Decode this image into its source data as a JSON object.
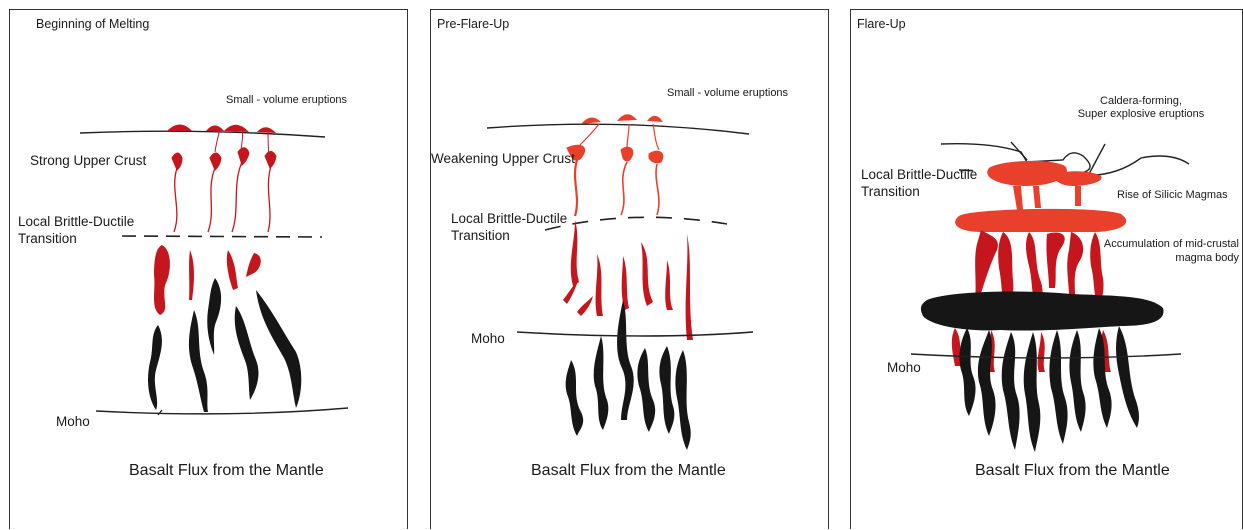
{
  "colors": {
    "red": "#c4161c",
    "lightRed": "#e8402a",
    "black": "#161616",
    "line": "#222222"
  },
  "panels": [
    {
      "title": "Beginning of Melting",
      "eruption_label": "Small - volume eruptions",
      "upper_crust_label": "Strong Upper Crust",
      "bdt_label_line1": "Local Brittle-Ductile",
      "bdt_label_line2": "Transition",
      "moho_label": "Moho",
      "basalt_label": "Basalt Flux from the Mantle"
    },
    {
      "title": "Pre-Flare-Up",
      "eruption_label": "Small - volume eruptions",
      "upper_crust_label": "Weakening Upper Crust",
      "bdt_label_line1": "Local Brittle-Ductile",
      "bdt_label_line2": "Transition",
      "moho_label": "Moho",
      "basalt_label": "Basalt Flux from the Mantle"
    },
    {
      "title": "Flare-Up",
      "eruption_label_line1": "Caldera-forming,",
      "eruption_label_line2": "Super explosive eruptions",
      "bdt_label_line1": "Local Brittle-Ductile",
      "bdt_label_line2": "Transition",
      "silicic_label": "Rise of Silicic Magmas",
      "accum_label_line1": "Accumulation of mid-crustal",
      "accum_label_line2": "magma body",
      "moho_label": "Moho",
      "basalt_label": "Basalt Flux from the Mantle"
    }
  ]
}
